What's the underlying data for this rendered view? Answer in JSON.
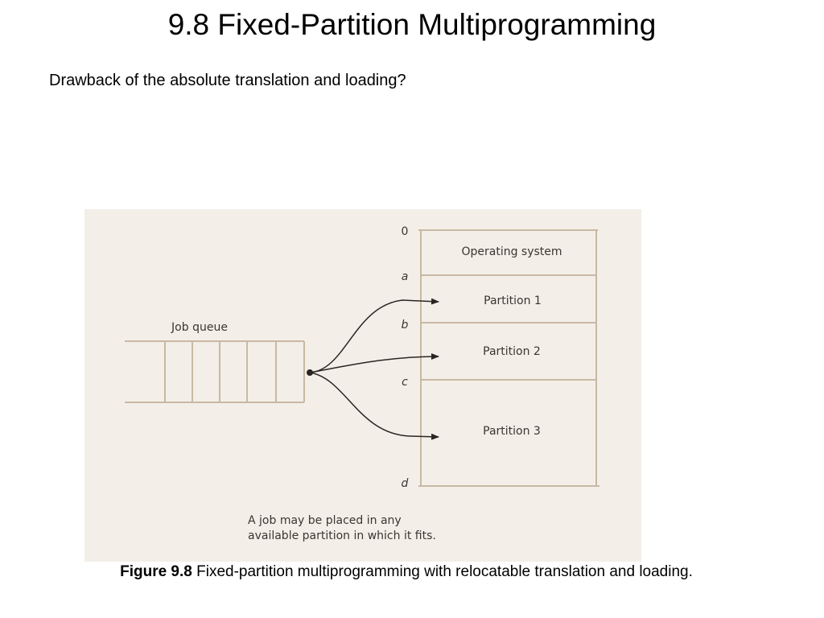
{
  "slide": {
    "title": "9.8 Fixed-Partition Multiprogramming",
    "subtitle": "Drawback of the absolute translation and loading?"
  },
  "figure": {
    "job_queue_label": "Job queue",
    "memory": {
      "addresses": [
        "0",
        "a",
        "b",
        "c",
        "d"
      ],
      "regions": [
        "Operating system",
        "Partition 1",
        "Partition 2",
        "Partition 3"
      ]
    },
    "note_lines": [
      "A job may be placed in any",
      "available partition in which it fits."
    ],
    "colors": {
      "background": "#f3efe8",
      "line": "#c8b8a4",
      "arrow": "#2a2522"
    }
  },
  "caption": {
    "label": "Figure 9.8",
    "text": " Fixed-partition multiprogramming with relocatable translation and loading."
  }
}
